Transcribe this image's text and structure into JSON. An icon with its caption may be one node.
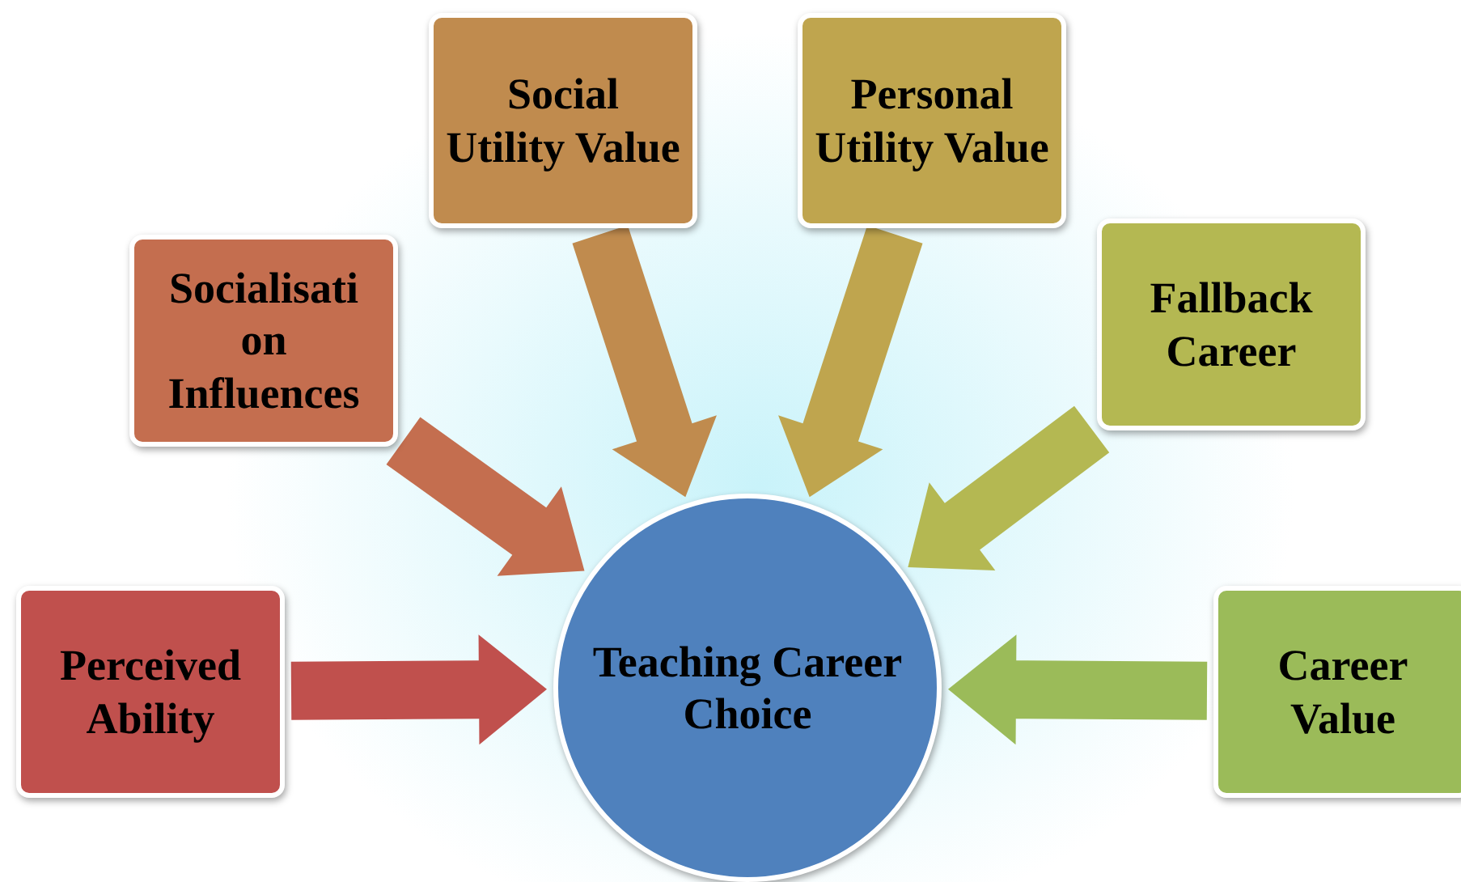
{
  "diagram": {
    "nodes": [
      {
        "text": [
          "Perceived Ability"
        ]
      },
      {
        "text": [
          "Socialisati on Influences"
        ]
      },
      {
        "text": [
          "Social Utility Value"
        ]
      },
      {
        "text": [
          "Personal Utility Value"
        ]
      },
      {
        "text": [
          "Fallback Career"
        ]
      },
      {
        "text": [
          "Career Value"
        ]
      },
      {
        "text": [
          "Teaching Career Choice"
        ]
      }
    ],
    "edges": [
      {
        "from": 0,
        "to": 6,
        "arrow": "to",
        "style": "thick",
        "color": "#c0504d"
      },
      {
        "from": 1,
        "to": 6,
        "arrow": "to",
        "style": "thick",
        "color": "#c46e4f"
      },
      {
        "from": 2,
        "to": 6,
        "arrow": "to",
        "style": "thick",
        "color": "#c08b4e"
      },
      {
        "from": 3,
        "to": 6,
        "arrow": "to",
        "style": "thick",
        "color": "#bfa54e"
      },
      {
        "from": 4,
        "to": 6,
        "arrow": "to",
        "style": "thick",
        "color": "#b4b852"
      },
      {
        "from": 5,
        "to": 6,
        "arrow": "to",
        "style": "thick",
        "color": "#9bbb59"
      }
    ]
  }
}
